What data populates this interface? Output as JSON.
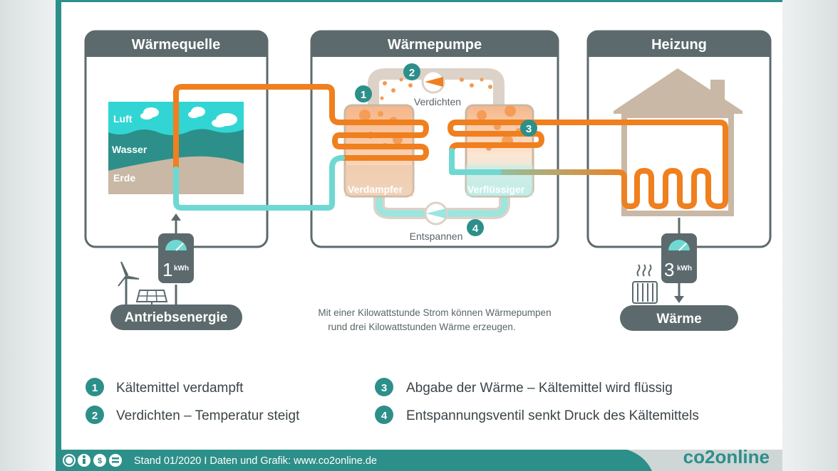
{
  "panels": {
    "source_title": "Wärmequelle",
    "pump_title": "Wärmepumpe",
    "heating_title": "Heizung"
  },
  "layers": {
    "air": "Luft",
    "water": "Wasser",
    "earth": "Erde"
  },
  "process": {
    "compress": "Verdichten",
    "expand": "Entspannen",
    "evaporator": "Verdampfer",
    "condenser": "Verflüssiger"
  },
  "meters": {
    "input_value": "1",
    "input_unit": "kWh",
    "output_value": "3",
    "output_unit": "kWh"
  },
  "pills": {
    "input": "Antriebsenergie",
    "output": "Wärme"
  },
  "caption": {
    "line1": "Mit einer Kilowattstunde Strom können Wärmepumpen",
    "line2": "rund drei Kilowattstunden Wärme erzeugen."
  },
  "steps": [
    {
      "num": "1",
      "text": "Kältemittel verdampft"
    },
    {
      "num": "2",
      "text": "Verdichten – Temperatur steigt"
    },
    {
      "num": "3",
      "text": "Abgabe der Wärme – Kältemittel wird flüssig"
    },
    {
      "num": "4",
      "text": "Entspannungsventil senkt Druck des Kältemittels"
    }
  ],
  "footer": {
    "text": "Stand 01/2020  I  Daten und Grafik: www.co2online.de",
    "brand": "co2online",
    "license_icons": [
      "cc-icon",
      "by-icon",
      "nc-icon",
      "nd-icon"
    ]
  },
  "colors": {
    "teal": "#2d8f8a",
    "panel_grey": "#5c6a6d",
    "orange": "#f07f1e",
    "cyan": "#6fd8d2",
    "sand": "#c9b8a6"
  }
}
